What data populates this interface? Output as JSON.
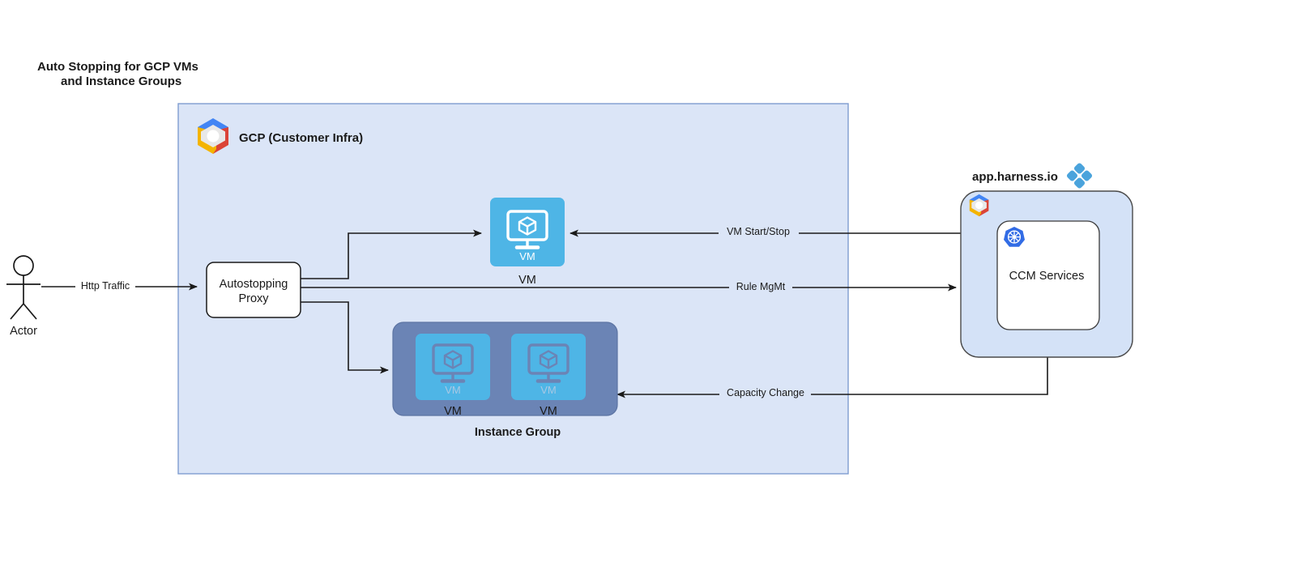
{
  "title": {
    "line1": "Auto Stopping for GCP VMs",
    "line2": "and Instance Groups"
  },
  "actor": {
    "label": "Actor",
    "icon": "actor-stick-figure-icon"
  },
  "containers": {
    "gcp": {
      "label": "GCP (Customer Infra)",
      "icon": "gcp-logo-icon",
      "fill": "#dbe5f7",
      "stroke": "#7f9dd0"
    },
    "harness": {
      "label": "app.harness.io",
      "icon": "harness-logo-icon",
      "panel_icon": "gcp-logo-icon",
      "fill": "#d4e2f7",
      "stroke": "#4a4a4a"
    }
  },
  "nodes": {
    "proxy": {
      "label_line1": "Autostopping",
      "label_line2": "Proxy",
      "fill": "#ffffff",
      "stroke": "#1a1a1a"
    },
    "vm": {
      "caption": "VM",
      "inner_label": "VM",
      "icon": "vm-monitor-cube-icon",
      "fill": "#4eb5e6"
    },
    "instance_group": {
      "caption": "Instance Group",
      "fill": "#6b84b5",
      "vms": [
        {
          "caption": "VM",
          "inner_label": "VM",
          "icon": "vm-monitor-cube-icon",
          "fill": "#4eb5e6"
        },
        {
          "caption": "VM",
          "inner_label": "VM",
          "icon": "vm-monitor-cube-icon",
          "fill": "#4eb5e6"
        }
      ]
    },
    "ccm": {
      "label": "CCM Services",
      "icon": "kubernetes-helm-icon",
      "fill": "#ffffff",
      "stroke": "#3a3a3a"
    }
  },
  "edges": [
    {
      "id": "http-traffic",
      "label": "Http Traffic"
    },
    {
      "id": "vm-start-stop",
      "label": "VM Start/Stop"
    },
    {
      "id": "rule-mgmt",
      "label": "Rule MgMt"
    },
    {
      "id": "capacity-change",
      "label": "Capacity Change"
    },
    {
      "id": "proxy-to-vm",
      "label": ""
    },
    {
      "id": "proxy-to-instance-group",
      "label": ""
    }
  ],
  "colors": {
    "gcp_blue": "#4285f4",
    "gcp_red": "#db4437",
    "gcp_yellow": "#f4b400",
    "gcp_gray": "#e0e0e0",
    "harness_blue": "#4aa3dc",
    "k8s_blue": "#326ce5",
    "vm_blue": "#4eb5e6",
    "group_slate": "#6b84b5",
    "line": "#1a1a1a"
  }
}
